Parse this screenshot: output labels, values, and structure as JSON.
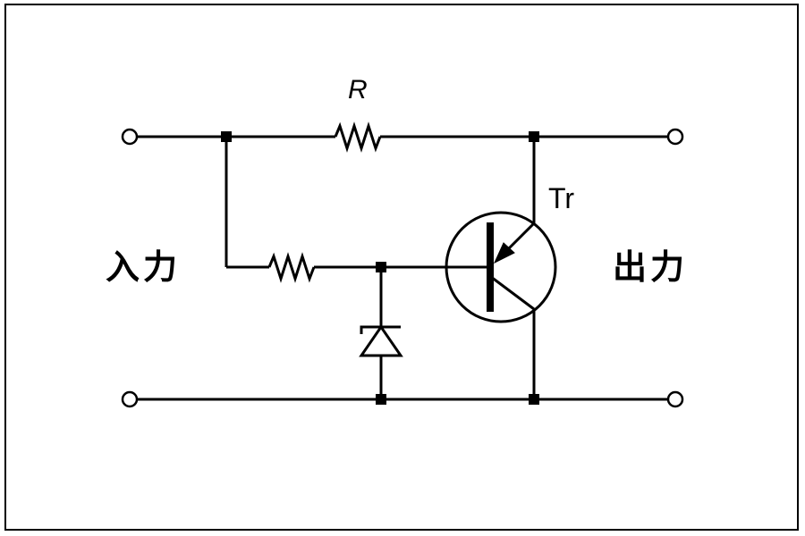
{
  "labels": {
    "resistor": "R",
    "transistor": "Tr",
    "input": "入力",
    "output": "出力"
  },
  "colors": {
    "line": "#000000",
    "background": "#ffffff"
  }
}
